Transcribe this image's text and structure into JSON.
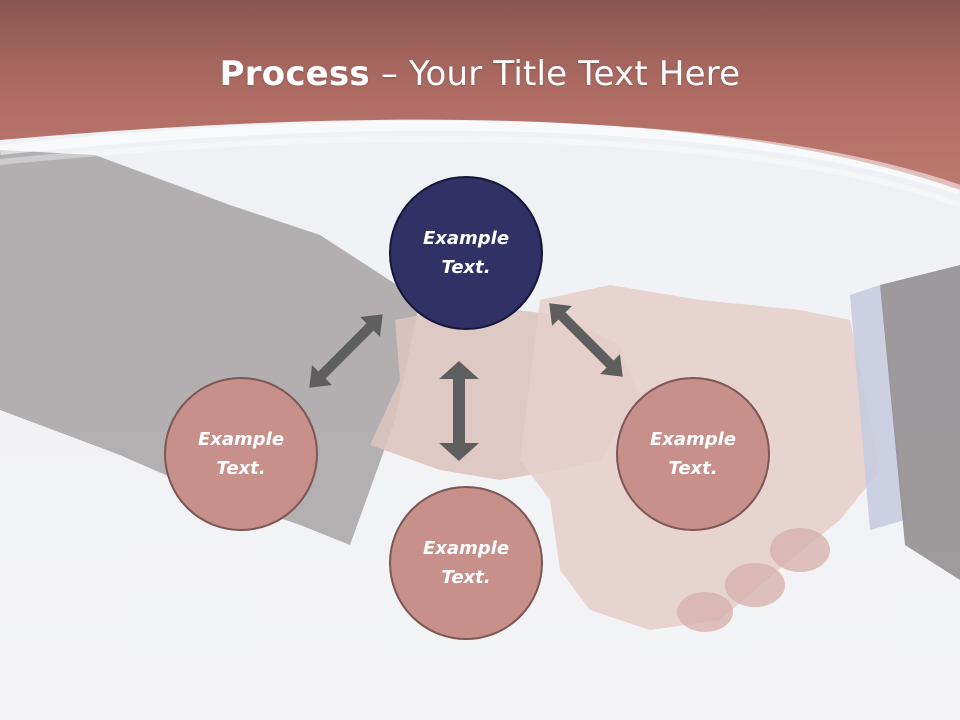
{
  "slide": {
    "title_bold": "Process",
    "title_sep": " – ",
    "title_rest": "Your Title Text Here",
    "nodes": {
      "top": "Example\nText.",
      "left": "Example\nText.",
      "right": "Example\nText.",
      "bottom": "Example\nText."
    },
    "colors": {
      "header": "#b9766d",
      "node_primary": "#313166",
      "node_secondary": "#c7908a",
      "arrow": "#5e5e5e"
    }
  }
}
